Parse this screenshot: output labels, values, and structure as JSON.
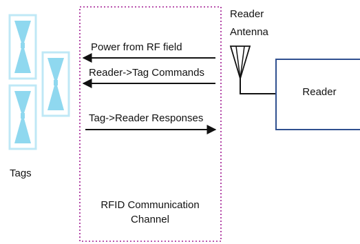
{
  "labels": {
    "tags": "Tags",
    "reader_antenna_line1": "Reader",
    "reader_antenna_line2": "Antenna",
    "reader": "Reader",
    "channel_line1": "RFID Communication",
    "channel_line2": "Channel"
  },
  "signals": [
    {
      "text": "Power from RF field",
      "direction": "reader-to-tag"
    },
    {
      "text": "Reader->Tag Commands",
      "direction": "reader-to-tag"
    },
    {
      "text": "Tag->Reader Responses",
      "direction": "tag-to-reader"
    }
  ],
  "colors": {
    "tag_fill": "#8fd8ef",
    "tag_frame": "#bfe8f6",
    "channel_border": "#a01890",
    "reader_border": "#2f4f8f",
    "line": "#111111"
  }
}
